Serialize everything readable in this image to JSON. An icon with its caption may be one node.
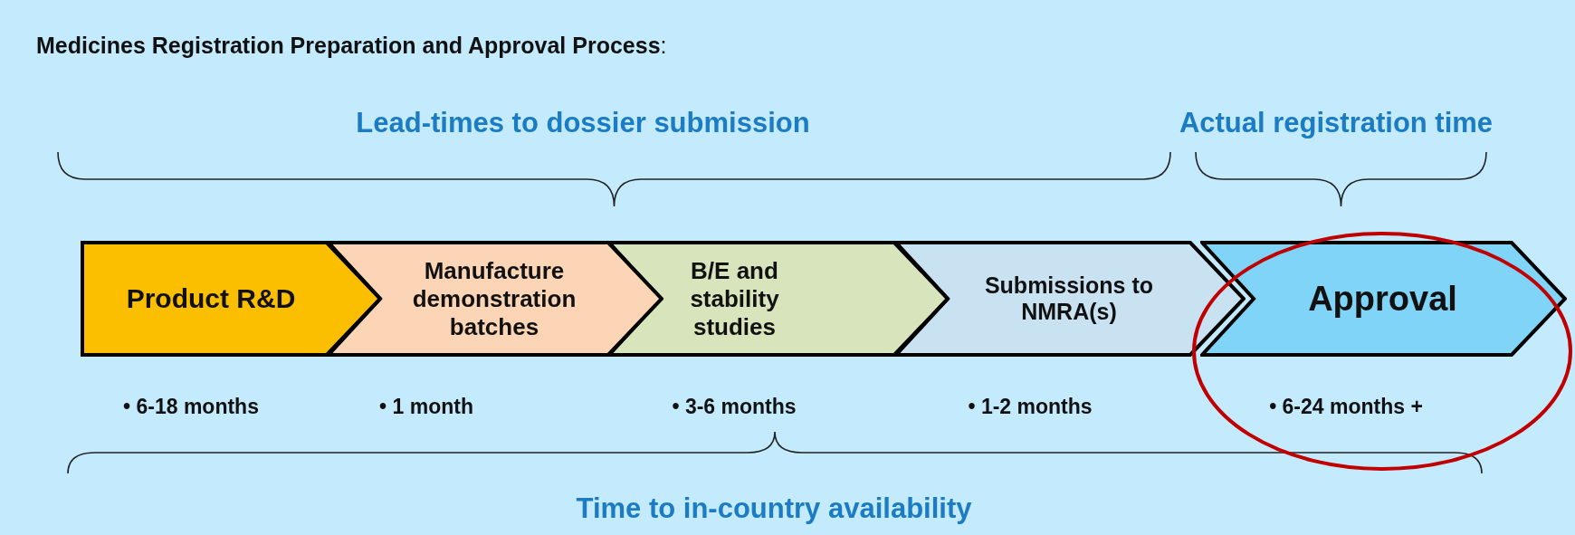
{
  "diagram": {
    "title": "**Medicines Registration Preparation and Approval Process**:",
    "nodes": [
      {
        "text": [
          "Product R&D"
        ],
        "beside": [
          "• 6-18 months"
        ]
      },
      {
        "text": [
          "Manufacture demonstration batches"
        ],
        "beside": [
          "• 1 month"
        ]
      },
      {
        "text": [
          "B/E and stability studies"
        ],
        "beside": [
          "• 3-6 months"
        ]
      },
      {
        "text": [
          "Submissions to NMRA(s)"
        ],
        "beside": [
          "• 1-2 months"
        ]
      },
      {
        "text": [
          "Approval"
        ],
        "beside": [
          "• 6-24 months +"
        ]
      }
    ],
    "edges": [],
    "labels": [
      "Lead-times to dossier submission",
      "Actual registration time",
      "Time to in-country availability"
    ]
  }
}
